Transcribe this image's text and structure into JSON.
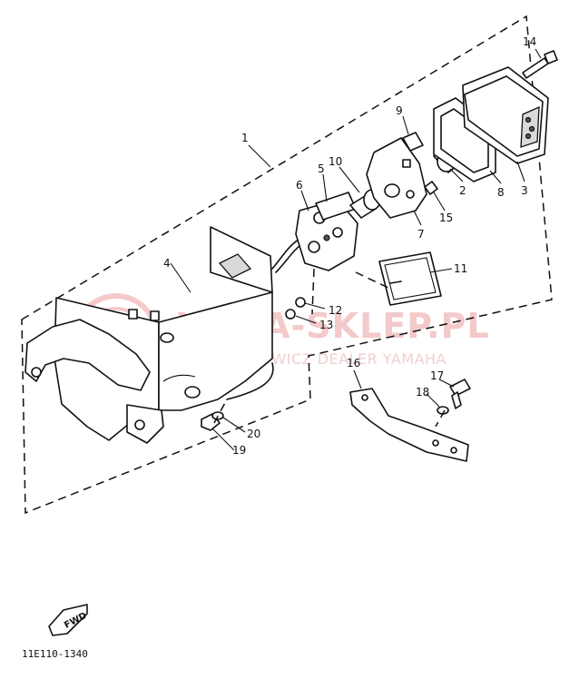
{
  "callouts": {
    "c1": "1",
    "c2": "2",
    "c3": "3",
    "c4": "4",
    "c5": "5",
    "c6": "6",
    "c7": "7",
    "c8": "8",
    "c9": "9",
    "c10": "10",
    "c11": "11",
    "c12": "12",
    "c13": "13",
    "c14": "14",
    "c15": "15",
    "c16": "16",
    "c17": "17",
    "c18": "18",
    "c19": "19",
    "c20": "20"
  },
  "direction_label": "FWD",
  "drawing_code": "11E110-1340",
  "watermark": {
    "brand": "YAMA-SKLEP.PL",
    "dealer": "WOJCIECHOWICZ DEALER YAMAHA",
    "color": "#f0b8b8"
  }
}
